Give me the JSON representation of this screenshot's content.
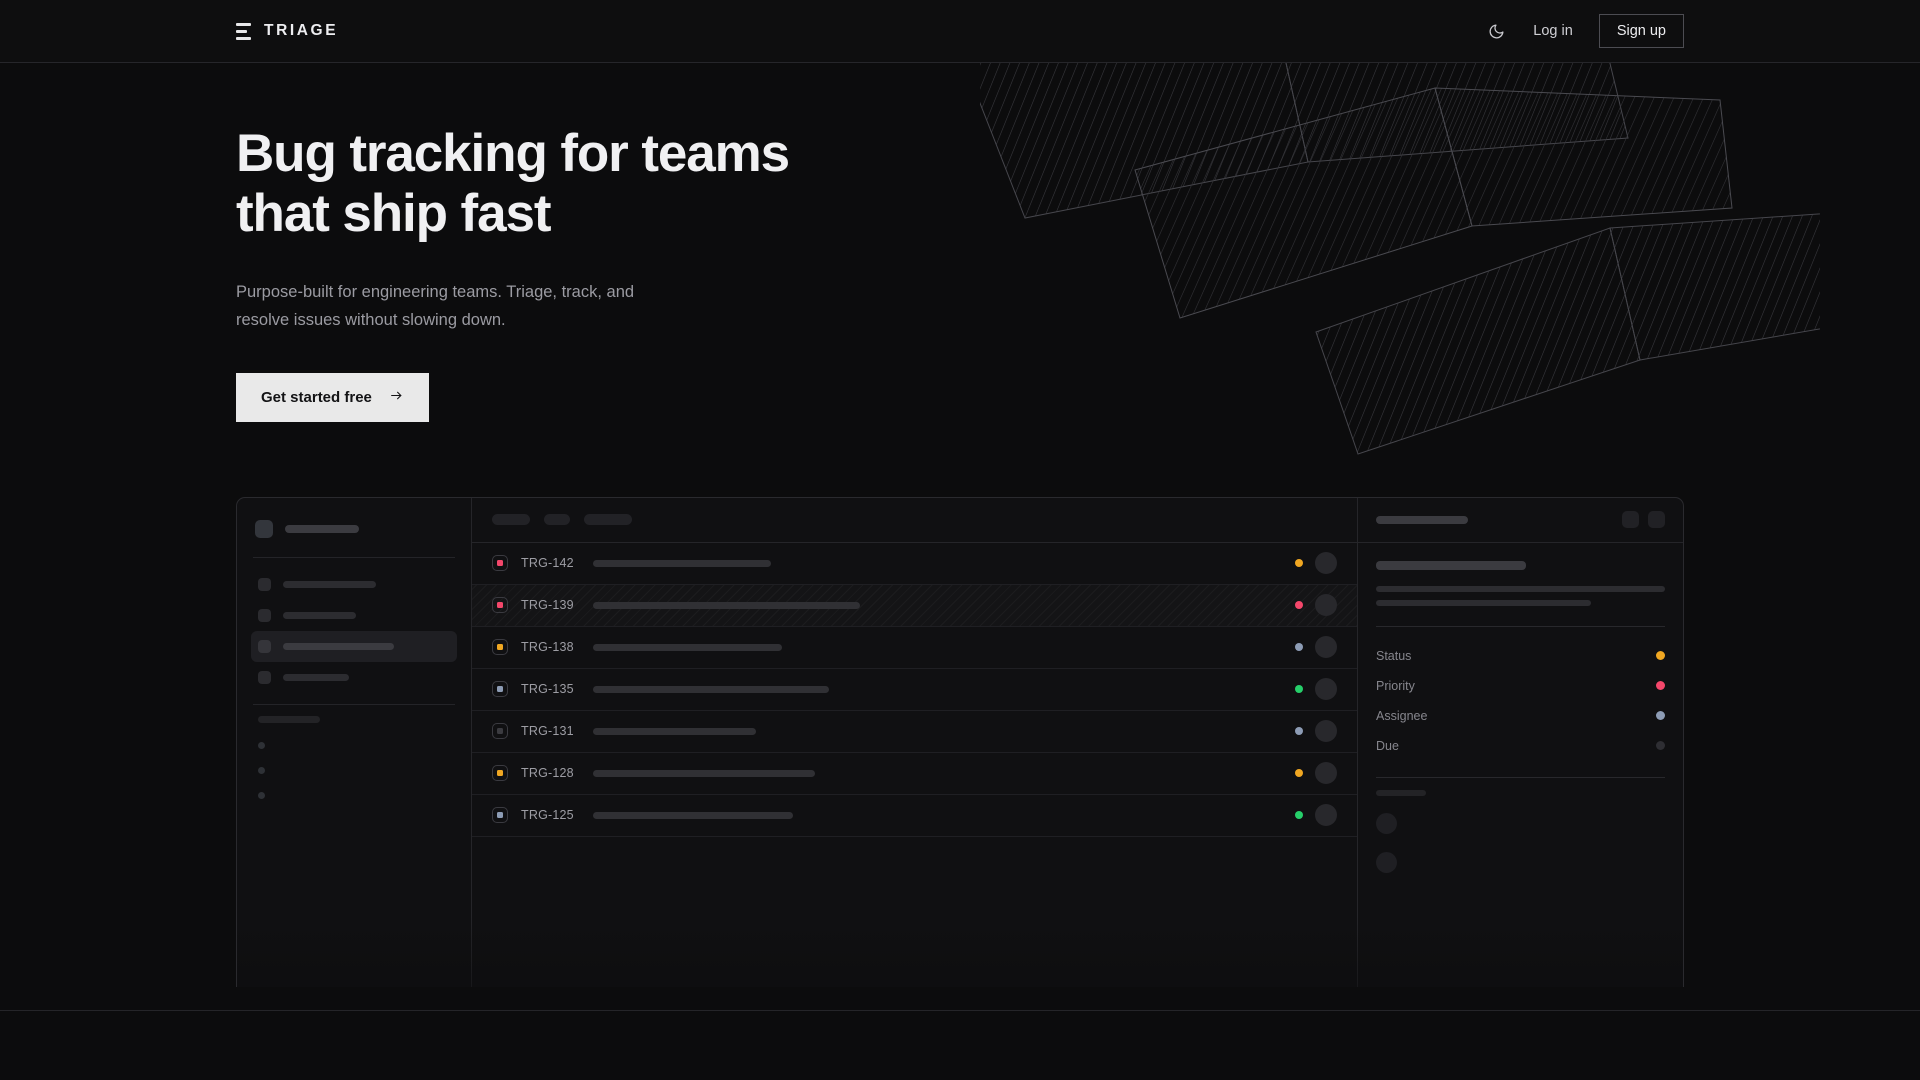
{
  "header": {
    "brand": "TRIAGE",
    "logo_icon": "stacked-bars-icon",
    "theme_toggle_icon": "moon-icon",
    "login_label": "Log in",
    "signup_label": "Sign up"
  },
  "hero": {
    "title": "Bug tracking for teams\nthat ship fast",
    "subtitle": "Purpose-built for engineering teams. Triage, track, and\nresolve issues without slowing down.",
    "cta_label": "Get started free",
    "cta_icon": "arrow-right-icon"
  },
  "decor": {
    "name": "hatched-panels-graphic",
    "stroke": "#343438"
  },
  "mockup": {
    "sidebar": {
      "workspace_placeholder_width": 74,
      "nav_items": [
        {
          "width": 93,
          "active": false
        },
        {
          "width": 73,
          "active": false
        },
        {
          "width": 111,
          "active": true
        },
        {
          "width": 66,
          "active": false
        }
      ],
      "section_label_width": 62,
      "mini_items": 3
    },
    "list": {
      "toolbar_pills": [
        38,
        26,
        48
      ],
      "rows": [
        {
          "id": "TRG-142",
          "priority_color": "#f4476b",
          "title_width": 178,
          "status_color": "#f0a722",
          "selected": false
        },
        {
          "id": "TRG-139",
          "priority_color": "#f4476b",
          "title_width": 267,
          "status_color": "#f4476b",
          "selected": true
        },
        {
          "id": "TRG-138",
          "priority_color": "#f0a722",
          "title_width": 189,
          "status_color": "#8d9cb5",
          "selected": false
        },
        {
          "id": "TRG-135",
          "priority_color": "#8d9cb5",
          "title_width": 236,
          "status_color": "#26cf6a",
          "selected": false
        },
        {
          "id": "TRG-131",
          "priority_color": "#3b3b40",
          "title_width": 163,
          "status_color": "#8d9cb5",
          "selected": false
        },
        {
          "id": "TRG-128",
          "priority_color": "#f0a722",
          "title_width": 222,
          "status_color": "#f0a722",
          "selected": false
        },
        {
          "id": "TRG-125",
          "priority_color": "#8d9cb5",
          "title_width": 200,
          "status_color": "#26cf6a",
          "selected": false
        }
      ]
    },
    "detail": {
      "header_placeholder_width": 92,
      "action_buttons": 2,
      "title_placeholder_width": 150,
      "description_lines": [
        289,
        215
      ],
      "properties": [
        {
          "label": "Status",
          "color": "#f0a722"
        },
        {
          "label": "Priority",
          "color": "#f4476b"
        },
        {
          "label": "Assignee",
          "color": "#8d9cb5"
        },
        {
          "label": "Due",
          "color": "#2e2e33"
        }
      ],
      "comments_label_width": 50,
      "comment_avatars": 2
    }
  },
  "colors": {
    "page_bg": "#0c0c0d",
    "panel_bg": "#101012",
    "border": "#2a2a2e",
    "text_primary": "#f0f0f2",
    "text_secondary": "#9b9ba2",
    "accent_amber": "#f0a722",
    "accent_pink": "#f4476b",
    "accent_green": "#26cf6a",
    "accent_blue_grey": "#8d9cb5",
    "cta_bg": "#e9e9e9"
  }
}
